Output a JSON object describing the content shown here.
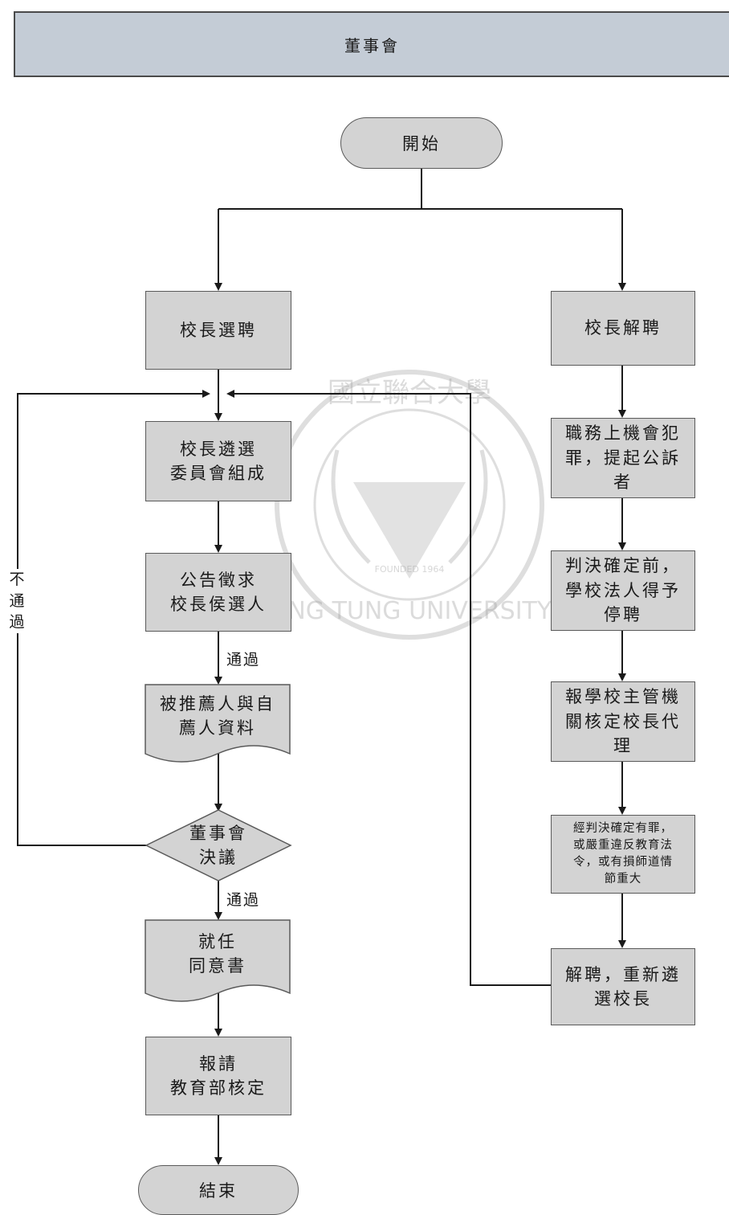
{
  "title": "董事會",
  "nodes": {
    "start": "開始",
    "select": "校長選聘",
    "dismiss": "校長解聘",
    "committee": "校長遴選\n委員會組成",
    "announce": "公告徵求\n校長侯選人",
    "nominee_docs": "被推薦人與自\n薦人資料",
    "board_decision": "董事會\n決議",
    "consent": "就任\n同意書",
    "report": "報請\n教育部核定",
    "end": "結束",
    "crime": "職務上機會犯\n罪，提起公訴\n者",
    "suspend": "判決確定前，\n學校法人得予\n停聘",
    "acting": "報學校主管機\n關核定校長代\n理",
    "guilty": "經判決確定有罪，\n或嚴重違反教育法\n令，或有損師道情\n節重大",
    "reselect": "解聘，重新遴\n選校長"
  },
  "edge_labels": {
    "pass_1": "通過",
    "pass_2": "通過",
    "fail": "不\n通\n過"
  },
  "watermark": {
    "top_text": "國立聯合大學",
    "bottom_text": "LING TUNG UNIVERSITY",
    "founded": "FOUNDED 1964"
  },
  "colors": {
    "box_fill": "#d3d3d3",
    "banner_fill": "#c4ccd6",
    "line": "#1a1a1a"
  }
}
